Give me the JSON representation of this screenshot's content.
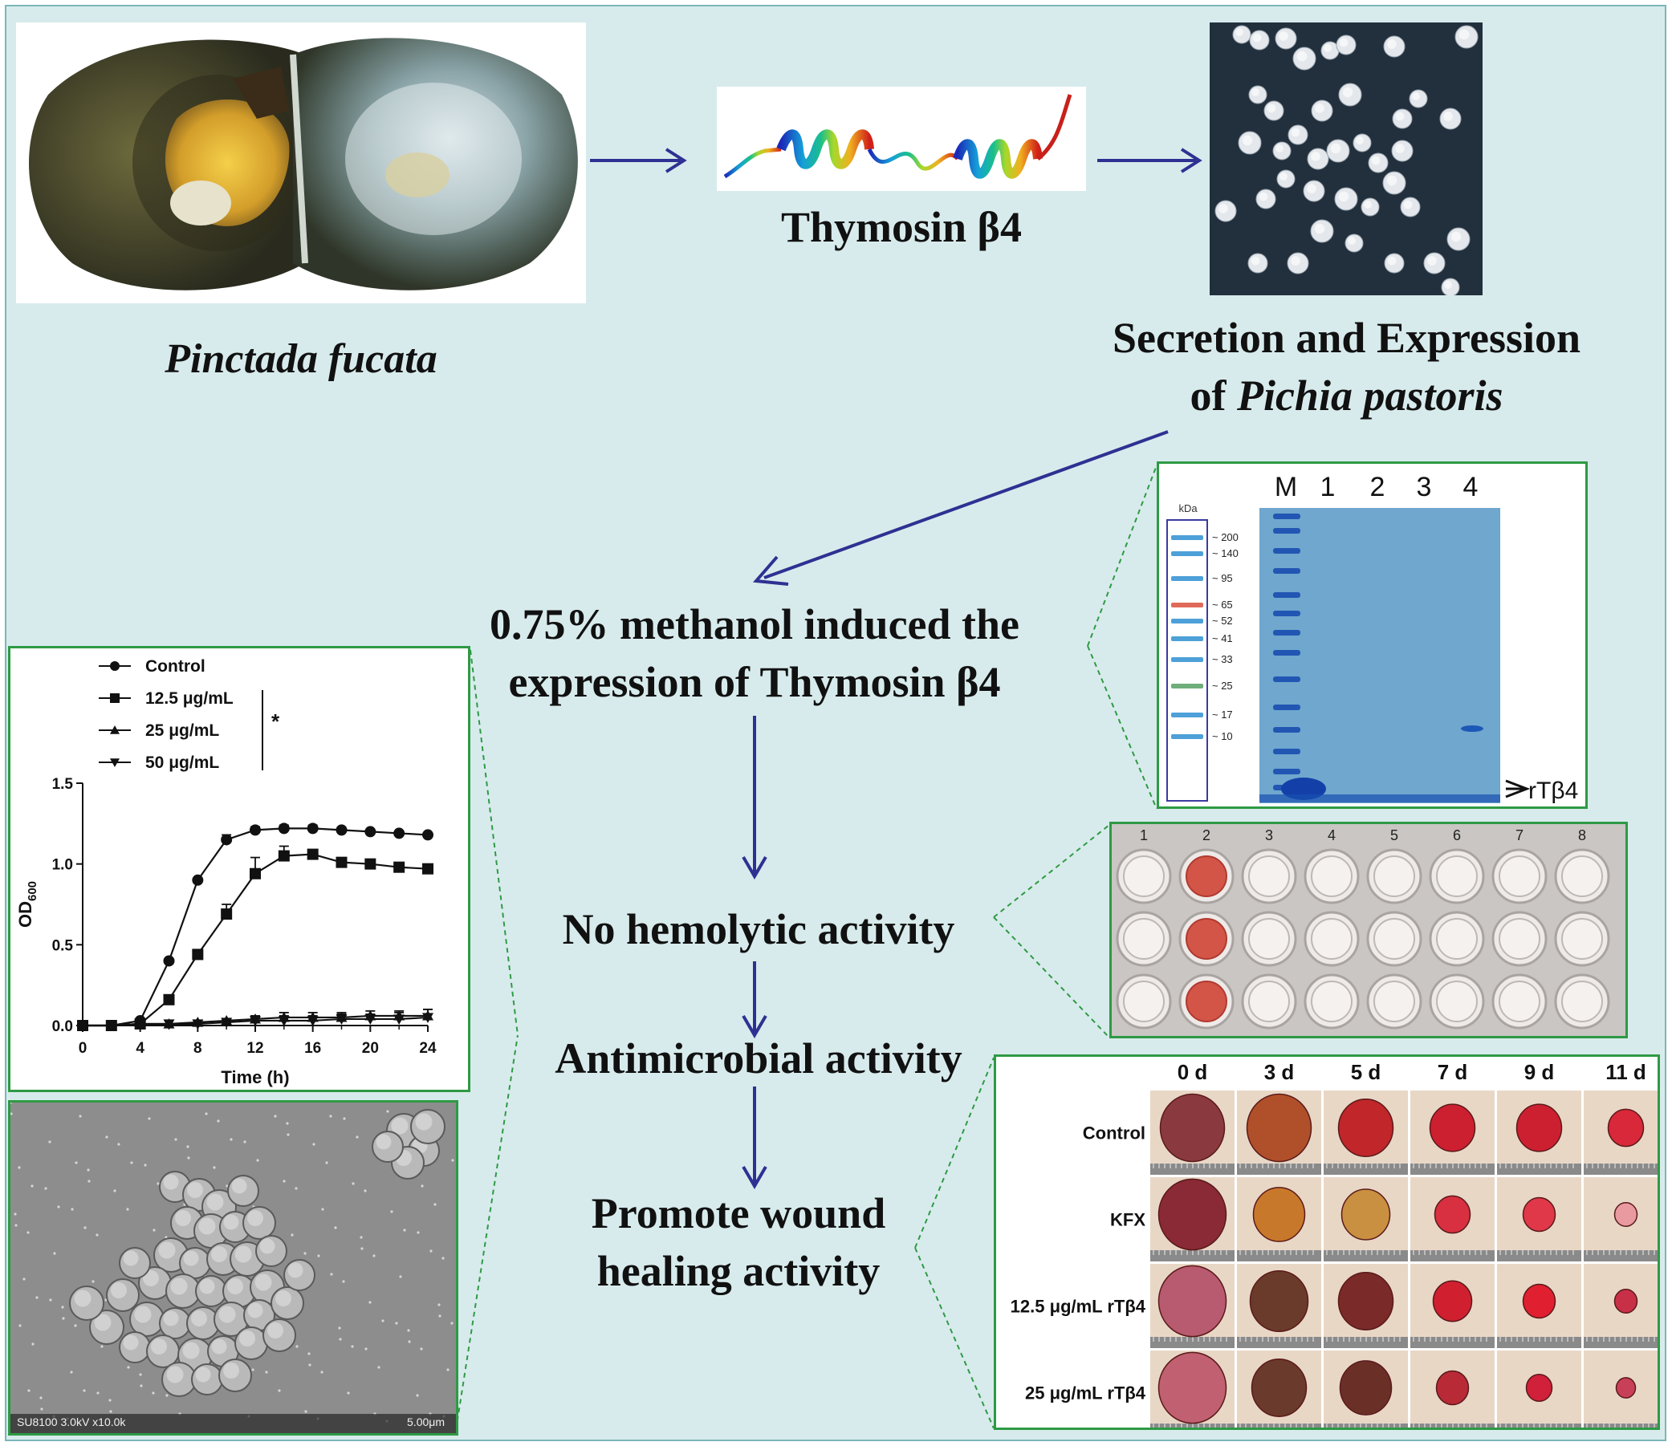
{
  "organism": {
    "name": "Pinctada fucata"
  },
  "protein": {
    "name": "Thymosin β4"
  },
  "expression_system": {
    "line1": "Secretion and Expression",
    "line2_prefix": "of ",
    "line2_italic": "Pichia pastoris"
  },
  "steps": {
    "induction_line1": "0.75% methanol induced the",
    "induction_line2": "expression of Thymosin β4",
    "hemolytic": "No hemolytic activity",
    "antimicrobial": "Antimicrobial activity",
    "wound_line1": "Promote wound",
    "wound_line2": "healing activity"
  },
  "gel": {
    "lanes": [
      "M",
      "1",
      "2",
      "3",
      "4"
    ],
    "ladder_unit": "kDa",
    "ladder_markers": [
      "~ 200",
      "~ 140",
      "~ 95",
      "~ 65",
      "~ 52",
      "~ 41",
      "~ 33",
      "~ 25",
      "~ 17",
      "~ 10"
    ],
    "band_label": "rTβ4"
  },
  "plate": {
    "columns": [
      "1",
      "2",
      "3",
      "4",
      "5",
      "6",
      "7",
      "8"
    ],
    "rows": 3,
    "positive_column": "2"
  },
  "sem": {
    "footer_left": "SU8100 3.0kV x10.0k",
    "footer_right": "5.00μm"
  },
  "wound": {
    "days": [
      "0 d",
      "3 d",
      "5 d",
      "7 d",
      "9 d",
      "11 d"
    ],
    "groups": [
      "Control",
      "KFX",
      "12.5 μg/mL rTβ4",
      "25 μg/mL rTβ4"
    ]
  },
  "chart_data": {
    "type": "line",
    "xlabel": "Time (h)",
    "ylabel": "OD600",
    "xlim": [
      0,
      24
    ],
    "ylim": [
      0,
      1.5
    ],
    "xticks": [
      "0",
      "4",
      "8",
      "12",
      "16",
      "20",
      "24"
    ],
    "yticks": [
      "0.0",
      "0.5",
      "1.0",
      "1.5"
    ],
    "significance": "*",
    "x": [
      0,
      2,
      4,
      6,
      8,
      10,
      12,
      14,
      16,
      18,
      20,
      22,
      24
    ],
    "series": [
      {
        "name": "Control",
        "marker": "circle",
        "values": [
          0.0,
          0.0,
          0.03,
          0.4,
          0.9,
          1.15,
          1.21,
          1.22,
          1.22,
          1.21,
          1.2,
          1.19,
          1.18
        ],
        "errors": [
          0,
          0,
          0,
          0,
          0,
          0.03,
          0.02,
          0.02,
          0.02,
          0.01,
          0.01,
          0.01,
          0.01
        ]
      },
      {
        "name": "12.5 μg/mL",
        "marker": "square",
        "values": [
          0.0,
          0.0,
          0.01,
          0.16,
          0.44,
          0.69,
          0.94,
          1.05,
          1.06,
          1.01,
          1.0,
          0.98,
          0.97
        ],
        "errors": [
          0,
          0,
          0,
          0,
          0,
          0.06,
          0.1,
          0.06,
          0.02,
          0.01,
          0.01,
          0.01,
          0.01
        ]
      },
      {
        "name": "25 μg/mL",
        "marker": "triangle-up",
        "values": [
          0.0,
          0.0,
          0.01,
          0.01,
          0.02,
          0.03,
          0.04,
          0.05,
          0.05,
          0.05,
          0.06,
          0.06,
          0.06
        ],
        "errors": [
          0,
          0,
          0,
          0,
          0,
          0.01,
          0.02,
          0.03,
          0.03,
          0.03,
          0.03,
          0.03,
          0.04
        ]
      },
      {
        "name": "50 μg/mL",
        "marker": "triangle-down",
        "values": [
          0.0,
          0.0,
          0.01,
          0.01,
          0.01,
          0.02,
          0.03,
          0.03,
          0.03,
          0.04,
          0.04,
          0.04,
          0.05
        ],
        "errors": [
          0,
          0,
          0,
          0,
          0,
          0.01,
          0.02,
          0.03,
          0.03,
          0.03,
          0.03,
          0.04,
          0.05
        ]
      }
    ]
  }
}
